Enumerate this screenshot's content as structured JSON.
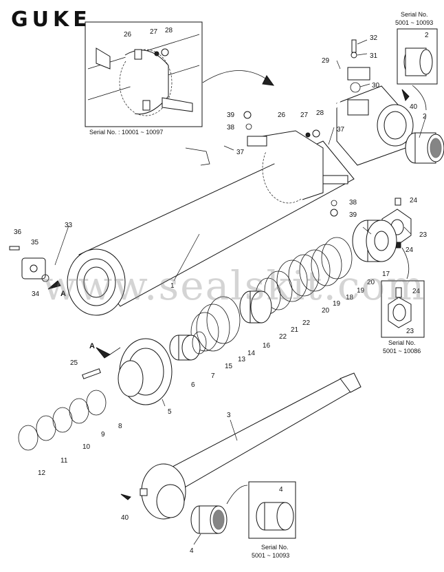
{
  "brand": {
    "logo_text": "GUKE"
  },
  "watermark": "www.sealskit.com",
  "insets": {
    "top_left": {
      "caption": "Serial No. : 10001 ~ 10097",
      "labels": [
        "26",
        "27",
        "28"
      ]
    },
    "top_right": {
      "caption_line1": "Serial No.",
      "caption_line2": "5001 ~ 10093",
      "label": "2"
    },
    "mid_right": {
      "caption_line1": "Serial No.",
      "caption_line2": "5001 ~ 10086",
      "labels": [
        "24",
        "23"
      ]
    },
    "bottom": {
      "caption_line1": "Serial No.",
      "caption_line2": "5001 ~ 10093",
      "label": "4"
    }
  },
  "view_marker": "A",
  "callouts": [
    {
      "id": "c1",
      "text": "1"
    },
    {
      "id": "c2a",
      "text": "2"
    },
    {
      "id": "c3",
      "text": "3"
    },
    {
      "id": "c4",
      "text": "4"
    },
    {
      "id": "c5",
      "text": "5"
    },
    {
      "id": "c6",
      "text": "6"
    },
    {
      "id": "c7",
      "text": "7"
    },
    {
      "id": "c8",
      "text": "8"
    },
    {
      "id": "c9",
      "text": "9"
    },
    {
      "id": "c10",
      "text": "10"
    },
    {
      "id": "c11",
      "text": "11"
    },
    {
      "id": "c12",
      "text": "12"
    },
    {
      "id": "c13",
      "text": "13"
    },
    {
      "id": "c14",
      "text": "14"
    },
    {
      "id": "c15",
      "text": "15"
    },
    {
      "id": "c16",
      "text": "16"
    },
    {
      "id": "c17",
      "text": "17"
    },
    {
      "id": "c18",
      "text": "18"
    },
    {
      "id": "c19a",
      "text": "19"
    },
    {
      "id": "c19b",
      "text": "19"
    },
    {
      "id": "c20a",
      "text": "20"
    },
    {
      "id": "c20b",
      "text": "20"
    },
    {
      "id": "c21",
      "text": "21"
    },
    {
      "id": "c22a",
      "text": "22"
    },
    {
      "id": "c22b",
      "text": "22"
    },
    {
      "id": "c23",
      "text": "23"
    },
    {
      "id": "c24a",
      "text": "24"
    },
    {
      "id": "c24b",
      "text": "24"
    },
    {
      "id": "c25",
      "text": "25"
    },
    {
      "id": "c26",
      "text": "26"
    },
    {
      "id": "c27",
      "text": "27"
    },
    {
      "id": "c28",
      "text": "28"
    },
    {
      "id": "c29",
      "text": "29"
    },
    {
      "id": "c30",
      "text": "30"
    },
    {
      "id": "c31",
      "text": "31"
    },
    {
      "id": "c32",
      "text": "32"
    },
    {
      "id": "c33",
      "text": "33"
    },
    {
      "id": "c34",
      "text": "34"
    },
    {
      "id": "c35",
      "text": "35"
    },
    {
      "id": "c36",
      "text": "36"
    },
    {
      "id": "c37a",
      "text": "37"
    },
    {
      "id": "c37b",
      "text": "37"
    },
    {
      "id": "c38a",
      "text": "38"
    },
    {
      "id": "c38b",
      "text": "38"
    },
    {
      "id": "c39a",
      "text": "39"
    },
    {
      "id": "c39b",
      "text": "39"
    },
    {
      "id": "c40a",
      "text": "40"
    },
    {
      "id": "c40b",
      "text": "40"
    }
  ]
}
